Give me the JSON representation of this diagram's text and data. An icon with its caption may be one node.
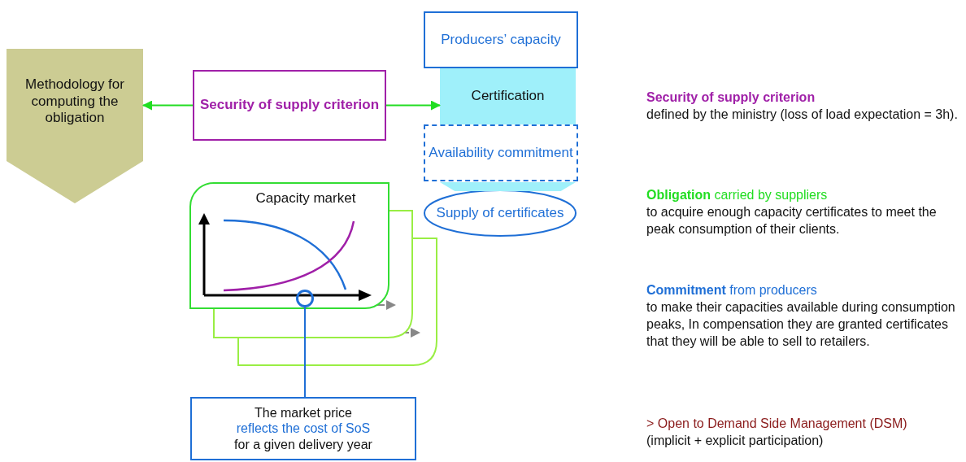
{
  "diagram": {
    "nodes": [
      {
        "text": [
          "Methodology for computing the obligation"
        ]
      },
      {
        "text": [
          "Security of supply criterion"
        ]
      },
      {
        "text": [
          "Producers’ capacity"
        ]
      },
      {
        "text": [
          "Certification"
        ]
      },
      {
        "text": [
          "Availability commitment"
        ]
      },
      {
        "text": [
          "Supply of certificates"
        ]
      },
      {
        "text": [
          "Capacity market"
        ]
      },
      {
        "text": [
          "The market price",
          "reflects the cost of SoS",
          "for a given delivery year"
        ]
      },
      {
        "text": [],
        "shape": "circle",
        "in": 6
      },
      {
        "text": [],
        "shape": "trapezoid"
      }
    ],
    "edges": [
      {
        "from": 1,
        "to": 0,
        "arrow": "to"
      },
      {
        "from": 1,
        "to": 3,
        "arrow": "to"
      },
      {
        "from": 7,
        "to": 8,
        "arrow": "none",
        "color": "#1f6fd6"
      }
    ],
    "labels": [
      "Security of supply criterion",
      "defined by the ministry (loss of load expectation = 3h).",
      "**Obligation** carried by suppliers",
      "to acquire enough capacity certificates to meet the peak consumption of their clients.",
      "**Commitment** from producers",
      "to make their capacities available during consumption peaks, In compensation they are granted certificates that they will be able to sell to retailers.",
      "> Open to Demand Side Management (DSM)",
      "(implicit + explicit participation)"
    ]
  }
}
